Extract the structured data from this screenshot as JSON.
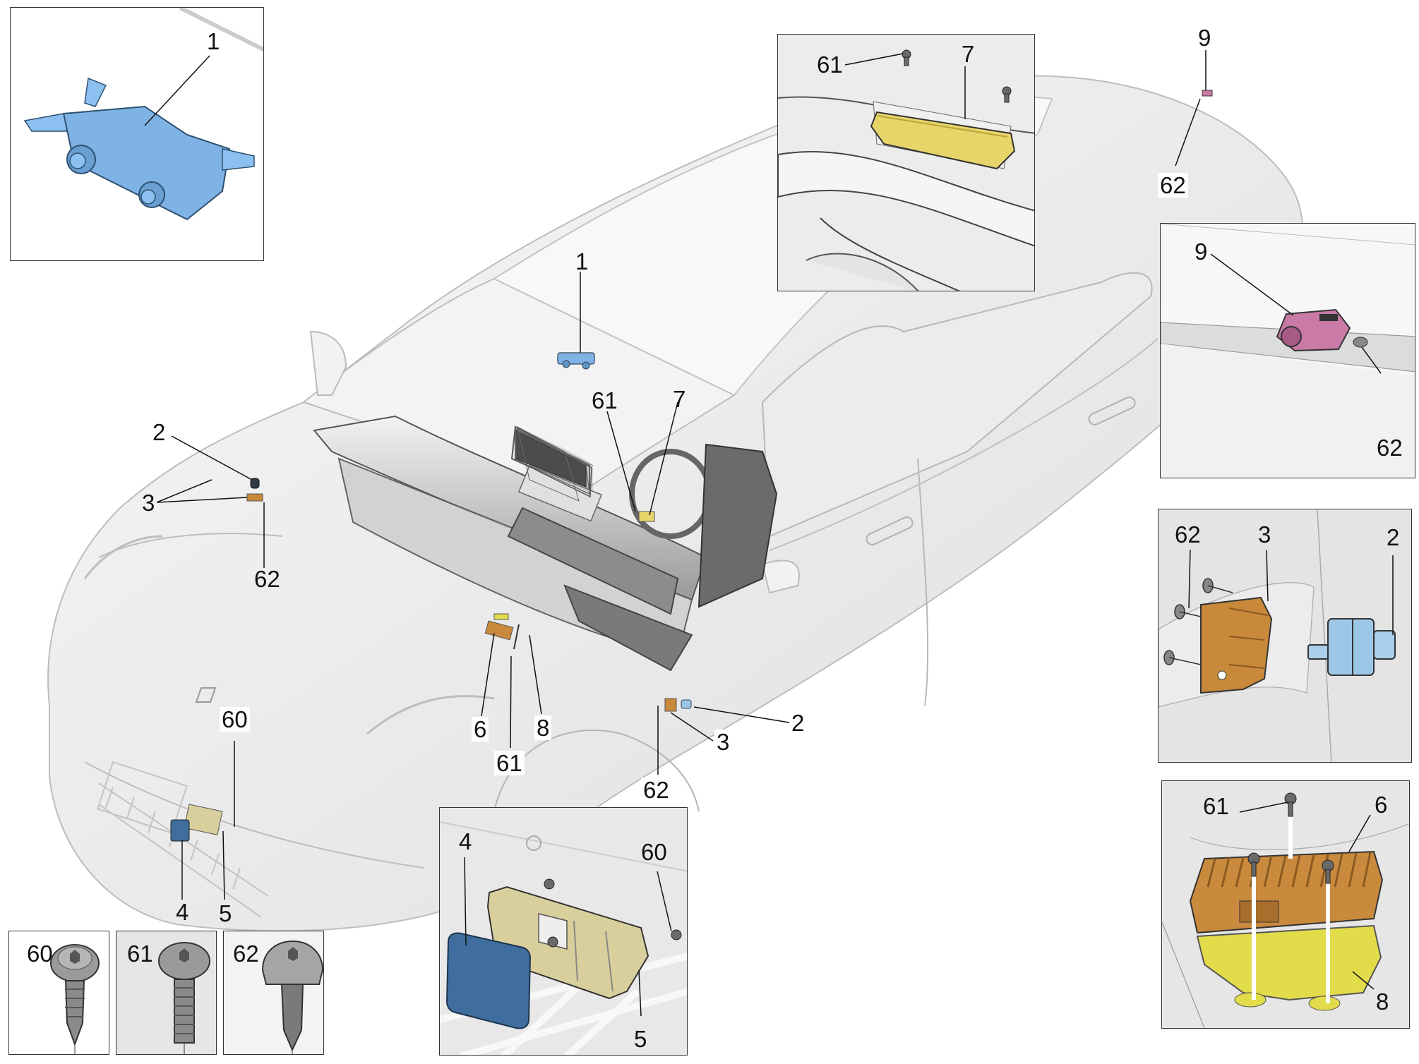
{
  "diagram": {
    "title": "",
    "colors": {
      "part_1": "#7fb3e6",
      "part_2": "#9cc7e6",
      "part_3": "#c8893a",
      "part_4": "#3f6e9e",
      "part_5": "#d9cf9c",
      "part_6": "#c98a3d",
      "part_7": "#e8d56a",
      "part_8": "#e2dc4a",
      "part_9": "#c97aa6",
      "screw": "#8a8a8a",
      "body_line": "#b5b5b5"
    },
    "main_view": {
      "callouts": [
        {
          "id": "main-1",
          "text": "1"
        },
        {
          "id": "main-2-left",
          "text": "2"
        },
        {
          "id": "main-3-left",
          "text": "3"
        },
        {
          "id": "main-62-left",
          "text": "62"
        },
        {
          "id": "main-61-dash",
          "text": "61"
        },
        {
          "id": "main-7",
          "text": "7"
        },
        {
          "id": "main-9",
          "text": "9"
        },
        {
          "id": "main-62-roof",
          "text": "62"
        },
        {
          "id": "main-6",
          "text": "6"
        },
        {
          "id": "main-61-low",
          "text": "61"
        },
        {
          "id": "main-8",
          "text": "8"
        },
        {
          "id": "main-2-right",
          "text": "2"
        },
        {
          "id": "main-3-right",
          "text": "3"
        },
        {
          "id": "main-62-right",
          "text": "62"
        },
        {
          "id": "main-60",
          "text": "60"
        },
        {
          "id": "main-4",
          "text": "4"
        },
        {
          "id": "main-5",
          "text": "5"
        }
      ]
    },
    "insets": [
      {
        "id": "inset-part-1",
        "callouts": [
          "1"
        ]
      },
      {
        "id": "inset-part-7",
        "callouts": [
          "61",
          "7"
        ]
      },
      {
        "id": "inset-part-9",
        "callouts": [
          "9",
          "62"
        ]
      },
      {
        "id": "inset-parts-2-3",
        "callouts": [
          "62",
          "3",
          "2"
        ]
      },
      {
        "id": "inset-parts-6-8",
        "callouts": [
          "61",
          "6",
          "8"
        ]
      },
      {
        "id": "inset-parts-4-5",
        "callouts": [
          "4",
          "60",
          "5"
        ]
      },
      {
        "id": "inset-screw-60",
        "callouts": [
          "60"
        ]
      },
      {
        "id": "inset-screw-61",
        "callouts": [
          "61"
        ]
      },
      {
        "id": "inset-screw-62",
        "callouts": [
          "62"
        ]
      }
    ]
  }
}
